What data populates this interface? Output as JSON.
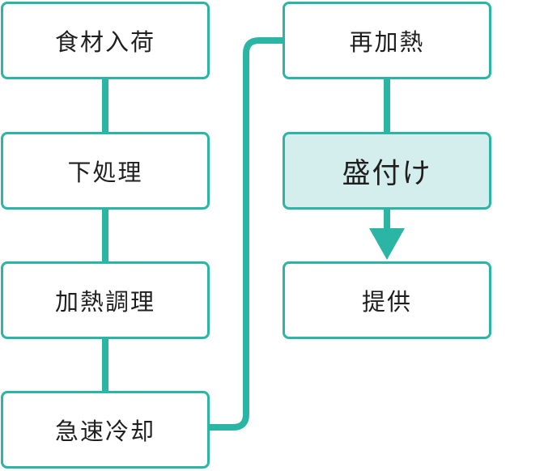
{
  "flow": {
    "steps": [
      {
        "id": "s1",
        "label": "食材入荷"
      },
      {
        "id": "s2",
        "label": "下処理"
      },
      {
        "id": "s3",
        "label": "加熱調理"
      },
      {
        "id": "s4",
        "label": "急速冷却"
      },
      {
        "id": "s5",
        "label": "再加熱"
      },
      {
        "id": "s6",
        "label": "盛付け",
        "highlighted": true
      },
      {
        "id": "s7",
        "label": "提供"
      }
    ],
    "colors": {
      "accent": "#2ab5a5",
      "highlight_fill": "#d4eeed",
      "text": "#1f1f1f",
      "background": "#ffffff"
    }
  }
}
